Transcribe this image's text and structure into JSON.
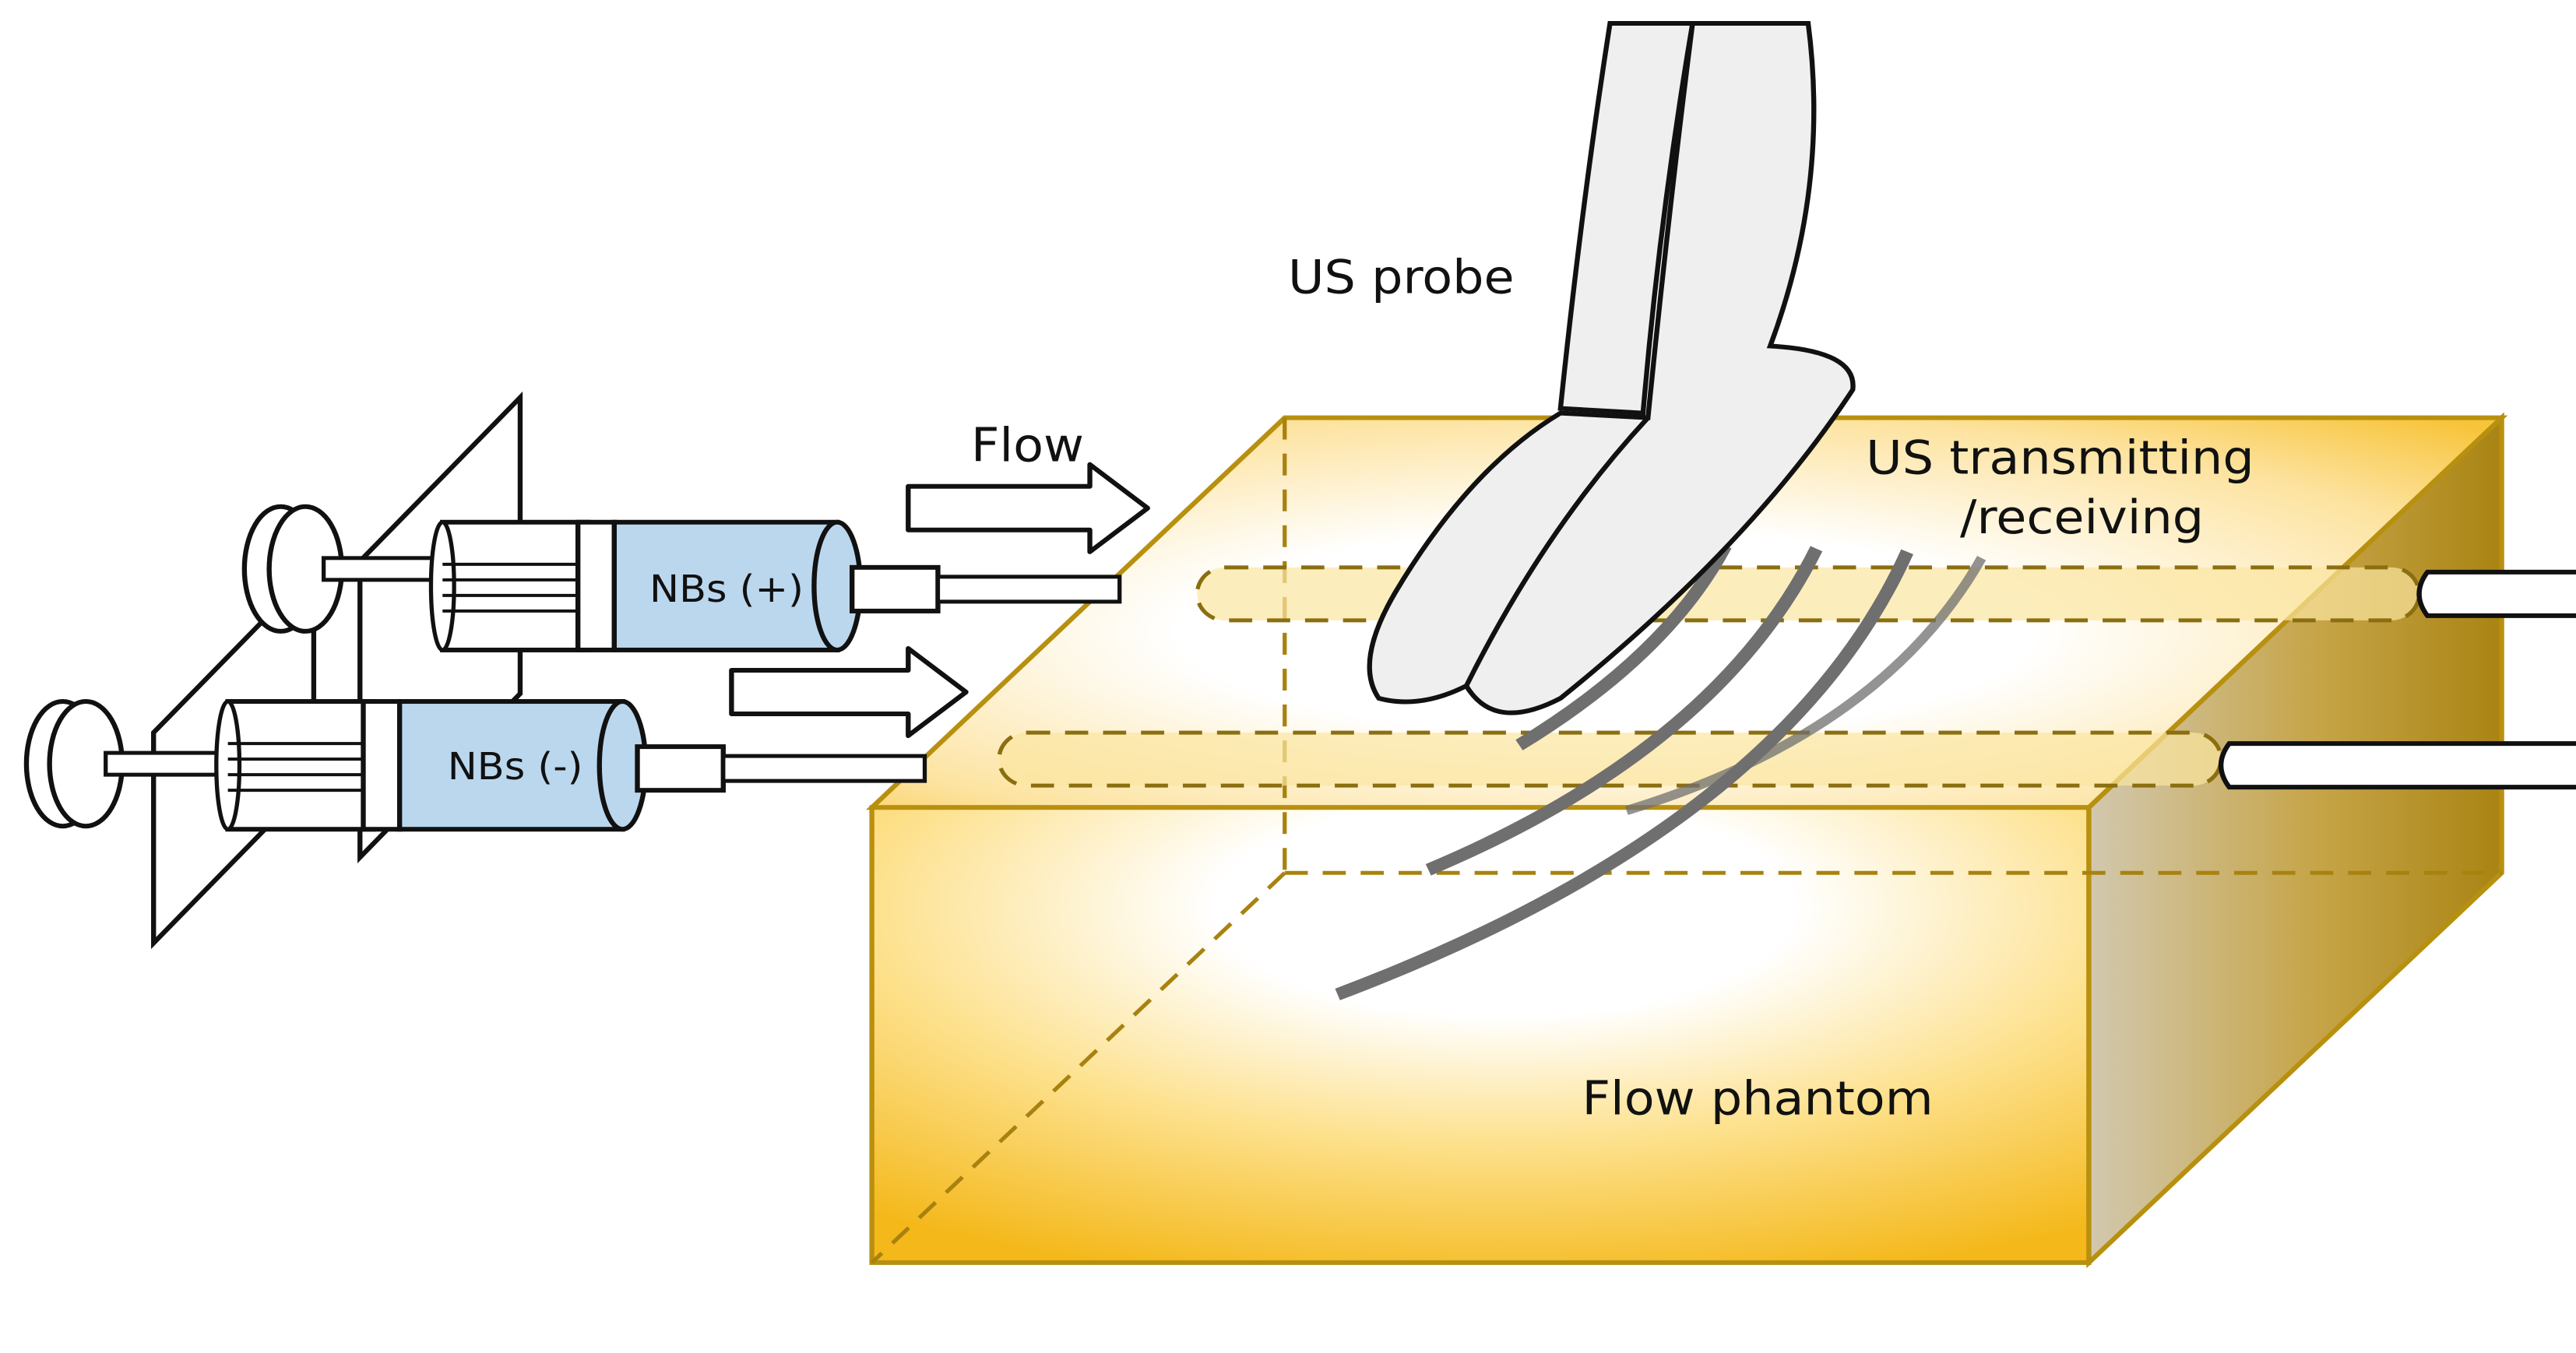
{
  "labels": {
    "us_probe": "US probe",
    "flow": "Flow",
    "us_tx_line1": "US transmitting",
    "us_tx_line2": "/receiving",
    "nbs_plus": "NBs (+)",
    "nbs_minus": "NBs (-)",
    "flow_phantom": "Flow phantom"
  },
  "colors": {
    "phantom_gold": "#F4BB1A",
    "phantom_edge": "#B8900F",
    "phantom_side_dark": "#9A7A10",
    "phantom_glow": "#FFFFFF",
    "probe_fill": "#EFEFEF",
    "syringe_fill": "#BBD7EE",
    "wave_gray": "#6F6F6F",
    "outline": "#111111"
  }
}
